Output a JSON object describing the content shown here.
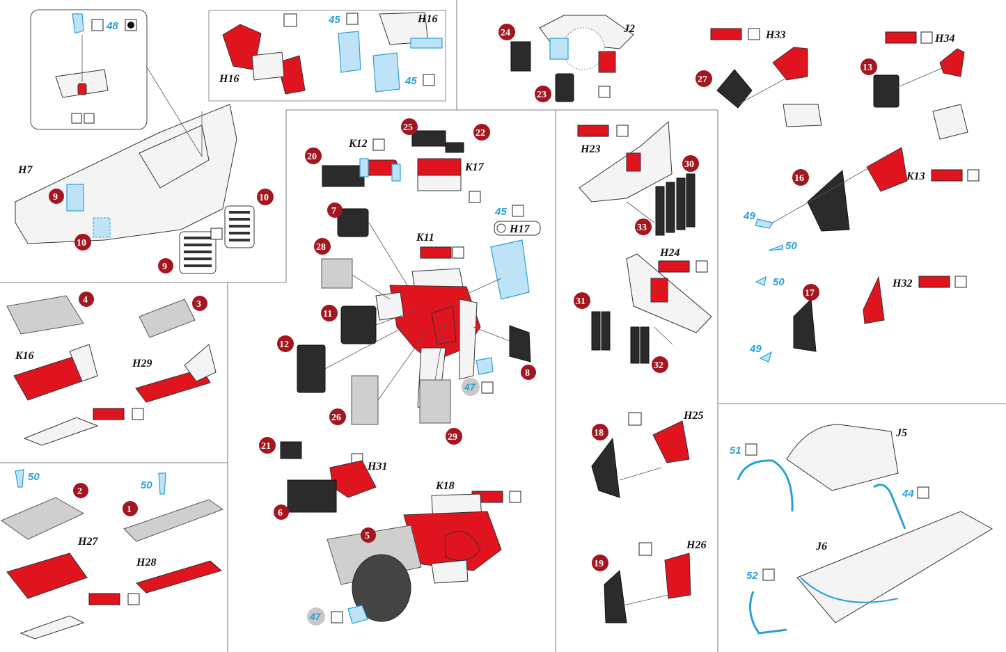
{
  "colors": {
    "red": "#e0141e",
    "photoetch_blue": "#2a9fd8",
    "badge": "#a3161f",
    "badge_grey": "#c8c8c8",
    "black": "#2b2b2b"
  },
  "icons": {
    "tick": "checkmark-box-icon",
    "yin": "yin-yang-icon",
    "paint": "paint-swatch-icon",
    "slash": "hatch-box-icon",
    "diamond": "parallelogram-box-icon"
  },
  "parts": {
    "H7": "H7",
    "H16": "H16",
    "H16b": "H16",
    "J2": "J2",
    "H33": "H33",
    "H34": "H34",
    "K12": "K12",
    "K17": "K17",
    "K11": "K11",
    "H17": "H17",
    "H23": "H23",
    "H24": "H24",
    "K13": "K13",
    "H32": "H32",
    "K16": "K16",
    "H29": "H29",
    "H27": "H27",
    "H28": "H28",
    "H31": "H31",
    "K18": "K18",
    "H25": "H25",
    "H26": "H26",
    "J5": "J5",
    "J6": "J6"
  },
  "pe": {
    "p48": "48",
    "p45a": "45",
    "p45b": "45",
    "p45c": "45",
    "p49a": "49",
    "p49b": "49",
    "p50a": "50",
    "p50b": "50",
    "p50c": "50",
    "p50d": "50",
    "p51": "51",
    "p44": "44",
    "p52": "52",
    "p47a": "47",
    "p47b": "47"
  },
  "badges": {
    "b1": "1",
    "b2": "2",
    "b3": "3",
    "b4": "4",
    "b5": "5",
    "b6": "6",
    "b7": "7",
    "b8": "8",
    "b9a": "9",
    "b9b": "9",
    "b10a": "10",
    "b10b": "10",
    "b11": "11",
    "b12": "12",
    "b13": "13",
    "b16": "16",
    "b17": "17",
    "b18": "18",
    "b19": "19",
    "b20": "20",
    "b21": "21",
    "b22": "22",
    "b23": "23",
    "b24": "24",
    "b25": "25",
    "b26": "26",
    "b27": "27",
    "b28": "28",
    "b29": "29",
    "b30": "30",
    "b31": "31",
    "b32": "32",
    "b33": "33"
  }
}
